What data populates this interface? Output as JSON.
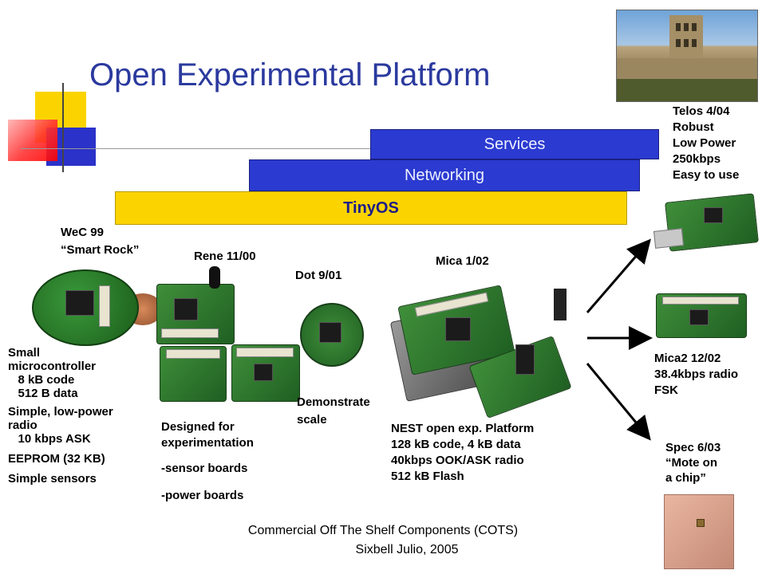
{
  "slide": {
    "title": "Open Experimental Platform",
    "footer_line1": "Commercial Off The Shelf Components (COTS)",
    "footer_line2": "Sixbell Julio, 2005"
  },
  "layers": {
    "services": "Services",
    "networking": "Networking",
    "tinyos": "TinyOS"
  },
  "platforms": {
    "wec": {
      "heading1": "WeC 99",
      "heading2": "“Smart Rock”",
      "desc": [
        "Small",
        "microcontroller",
        "   8 kB code",
        "   512 B data",
        "Simple, low-power",
        "radio",
        "   10 kbps ASK",
        "EEPROM (32 KB)",
        "Simple sensors"
      ]
    },
    "rene": {
      "heading": "Rene 11/00",
      "desc": [
        "Designed for",
        "experimentation",
        "-sensor boards",
        "-power boards"
      ]
    },
    "dot": {
      "heading": "Dot 9/01",
      "desc": [
        "Demonstrate",
        "scale"
      ]
    },
    "mica": {
      "heading": "Mica 1/02",
      "desc": [
        "NEST open exp. Platform",
        "128 kB code, 4 kB data",
        "40kbps OOK/ASK radio",
        "512 kB Flash"
      ]
    },
    "telos": {
      "desc": [
        "Telos 4/04",
        "Robust",
        "Low Power",
        "250kbps",
        "Easy to use"
      ]
    },
    "mica2": {
      "desc": [
        "Mica2 12/02",
        "38.4kbps radio",
        "FSK"
      ]
    },
    "spec": {
      "desc": [
        "Spec 6/03",
        "“Mote on",
        "a chip”"
      ]
    }
  },
  "colors": {
    "title": "#2b3a9e",
    "layer_blue": "#2b3ad0",
    "layer_yellow": "#fbd400",
    "accent_red": "#ff0000"
  }
}
